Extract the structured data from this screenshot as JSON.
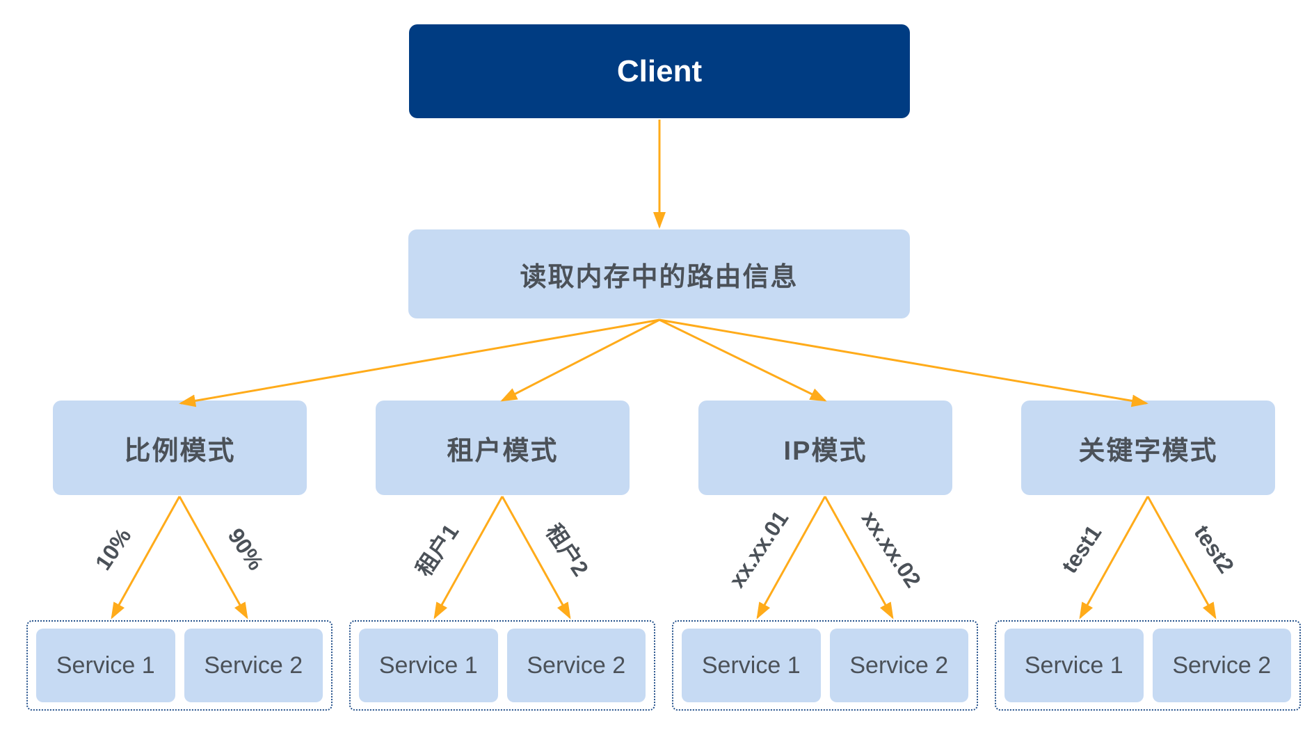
{
  "colors": {
    "navy": "#003c82",
    "light_blue": "#c6daf3",
    "orange": "#ffab1a",
    "text": "#4b5158",
    "group_border": "#24518b"
  },
  "client": {
    "label": "Client"
  },
  "router": {
    "label": "读取内存中的路由信息"
  },
  "branches": [
    {
      "mode": "比例模式",
      "left_label": "10%",
      "right_label": "90%",
      "services": [
        "Service 1",
        "Service 2"
      ]
    },
    {
      "mode": "租户模式",
      "left_label": "租户1",
      "right_label": "租户2",
      "services": [
        "Service 1",
        "Service 2"
      ]
    },
    {
      "mode": "IP模式",
      "left_label": "xx.xx.01",
      "right_label": "xx.xx.02",
      "services": [
        "Service 1",
        "Service 2"
      ]
    },
    {
      "mode": "关键字模式",
      "left_label": "test1",
      "right_label": "test2",
      "services": [
        "Service 1",
        "Service 2"
      ]
    }
  ]
}
